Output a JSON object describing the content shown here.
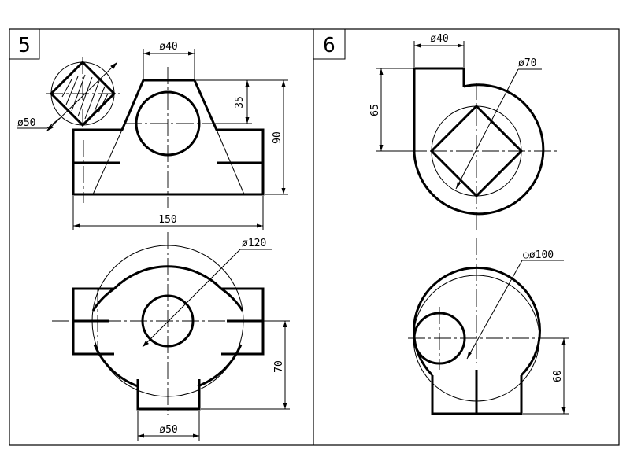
{
  "panels": [
    {
      "number": "5"
    },
    {
      "number": "6"
    }
  ],
  "dims": {
    "p5_top_width": "ø40",
    "p5_top_height": "35",
    "p5_total_height": "90",
    "p5_section_diameter": "ø50",
    "p5_base_length": "150",
    "p5_plan_diameter": "ø120",
    "p5_plan_offset": "70",
    "p5_plan_pipe": "ø50",
    "p6_top_width": "ø40",
    "p6_outer_diameter": "ø70",
    "p6_height": "65",
    "p6_sphere_diameter": "○ø100",
    "p6_base_height": "60"
  }
}
